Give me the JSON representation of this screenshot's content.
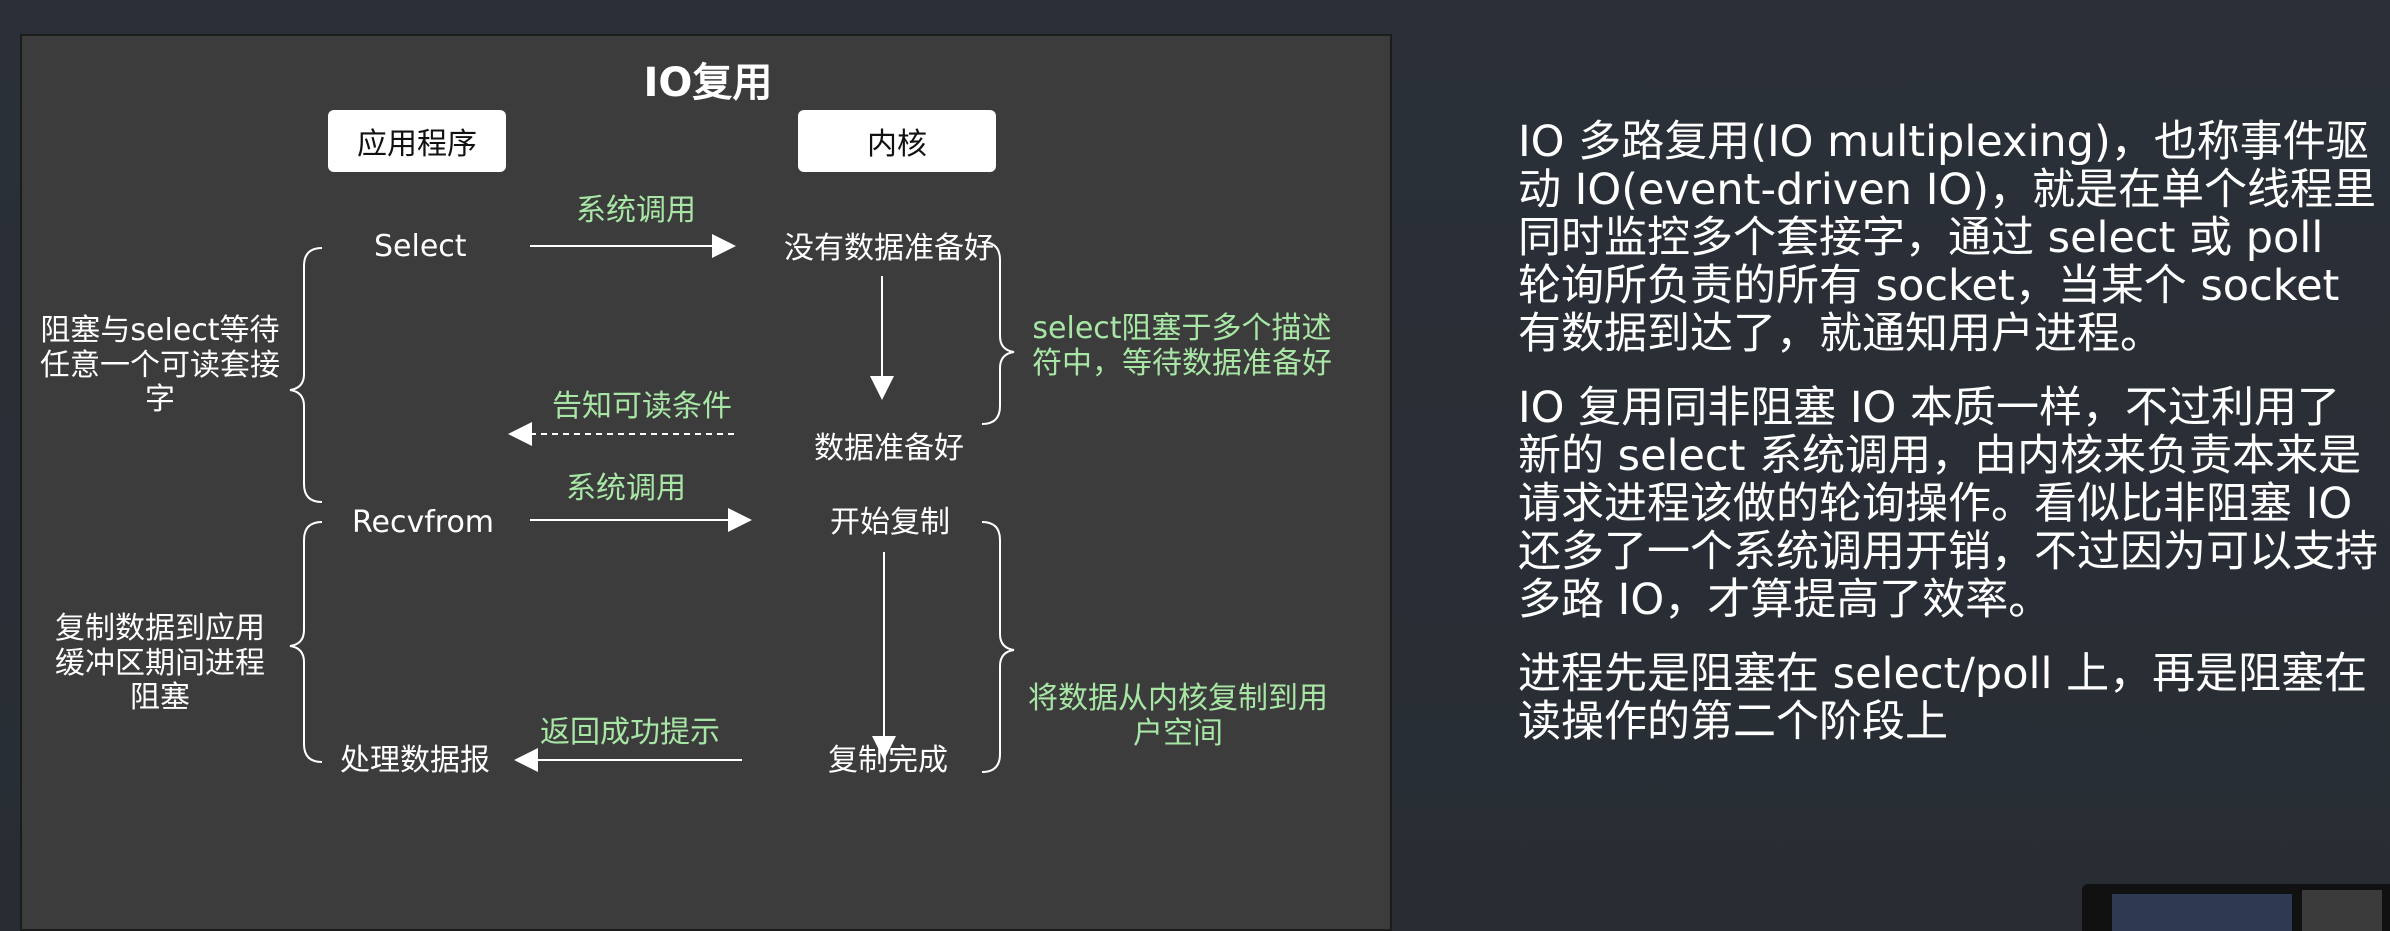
{
  "diagram": {
    "title": "IO复用",
    "app_box": "应用程序",
    "kernel_box": "内核",
    "select": "Select",
    "syscall_1": "系统调用",
    "no_data": "没有数据准备好",
    "select_block_note": "select阻塞于多个描述符中，等待数据准备好",
    "data_ready": "数据准备好",
    "notify_readable": "告知可读条件",
    "left_note_1": "阻塞与select等待任意一个可读套接字",
    "recvfrom": "Recvfrom",
    "syscall_2": "系统调用",
    "start_copy": "开始复制",
    "left_note_2": "复制数据到应用缓冲区期间进程阻塞",
    "copy_note": "将数据从内核复制到用户空间",
    "return_ok": "返回成功提示",
    "process_datagram": "处理数据报",
    "copy_done": "复制完成"
  },
  "article": {
    "p1": "IO 多路复用(IO multiplexing)，也称事件驱动 IO(event-driven IO)，就是在单个线程里同时监控多个套接字，通过 select 或 poll  轮询所负责的所有 socket，当某个 socket 有数据到达了，就通知用户进程。",
    "p2": "IO 复用同非阻塞 IO 本质一样，不过利用了新的 select 系统调用，由内核来负责本来是请求进程该做的轮询操作。看似比非阻塞 IO 还多了一个系统调用开销，不过因为可以支持多路 IO，才算提高了效率。",
    "p3": "进程先是阻塞在 select/poll 上，再是阻塞在读操作的第二个阶段上"
  },
  "colors": {
    "diagram_bg": "#3c3c3c",
    "page_bg": "#2a2f36",
    "green_label": "#a8e6a6"
  }
}
